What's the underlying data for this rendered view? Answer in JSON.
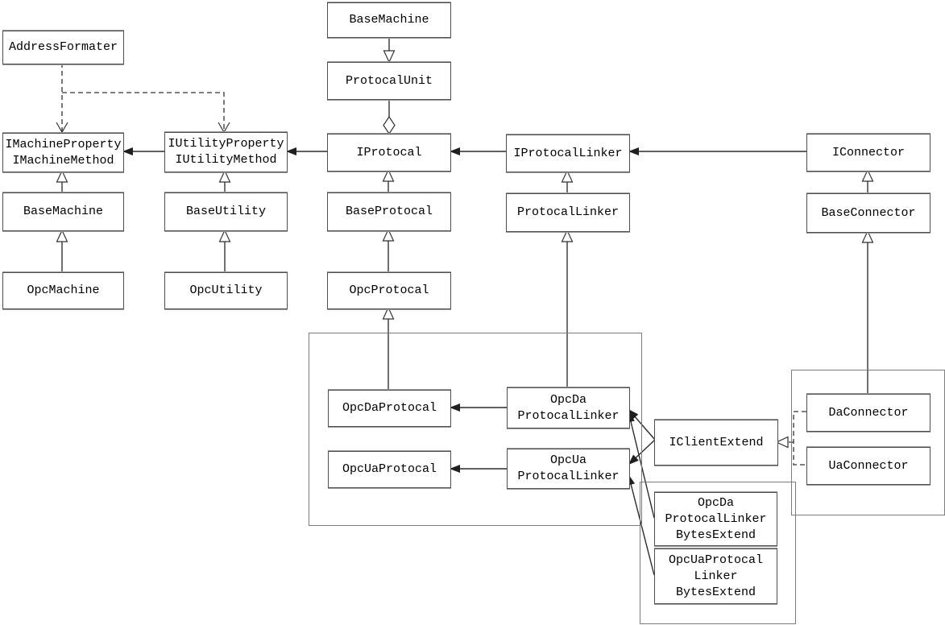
{
  "diagram": {
    "kind": "uml-class-diagram",
    "colors": {
      "background": "#ffffff",
      "box_border": "#4f4f4f",
      "group_border": "#7c7c7c",
      "line": "#333333",
      "arrow_fill": "#1f1f1f",
      "text": "#000000"
    },
    "nodes": {
      "address_formater": "AddressFormater",
      "base_machine_unit": "BaseMachine",
      "protocal_unit": "ProtocalUnit",
      "imachine_interface": "IMachineProperty\nIMachineMethod",
      "iutility_interface": "IUtilityProperty\nIUtilityMethod",
      "iprotocal": "IProtocal",
      "iprotocal_linker": "IProtocalLinker",
      "iconnector": "IConnector",
      "base_machine": "BaseMachine",
      "base_utility": "BaseUtility",
      "base_protocal": "BaseProtocal",
      "protocal_linker": "ProtocalLinker",
      "base_connector": "BaseConnector",
      "opc_machine": "OpcMachine",
      "opc_utility": "OpcUtility",
      "opc_protocal": "OpcProtocal",
      "opc_da_protocal": "OpcDaProtocal",
      "opc_ua_protocal": "OpcUaProtocal",
      "opc_da_protocal_linker": "OpcDa\nProtocalLinker",
      "opc_ua_protocal_linker": "OpcUa\nProtocalLinker",
      "iclient_extend": "IClientExtend",
      "da_connector": "DaConnector",
      "ua_connector": "UaConnector",
      "opc_da_protocal_linker_bytes_extend": "OpcDa\nProtocalLinker\nBytesExtend",
      "opc_ua_protocal_linker_bytes_extend": "OpcUaProtocal\nLinker\nBytesExtend"
    },
    "relations": [
      {
        "from": "BaseMachine(top)",
        "to": "ProtocalUnit",
        "type": "generalization"
      },
      {
        "from": "ProtocalUnit",
        "to": "IProtocal",
        "type": "aggregation"
      },
      {
        "from": "IProtocal",
        "to": "IUtilityProperty/IUtilityMethod",
        "type": "association"
      },
      {
        "from": "IUtilityProperty/IUtilityMethod",
        "to": "IMachineProperty/IMachineMethod",
        "type": "association"
      },
      {
        "from": "IProtocalLinker",
        "to": "IProtocal",
        "type": "association"
      },
      {
        "from": "IConnector",
        "to": "IProtocalLinker",
        "type": "association"
      },
      {
        "from": "AddressFormater",
        "to": "IMachineProperty/IMachineMethod",
        "type": "dependency"
      },
      {
        "from": "AddressFormater",
        "to": "IUtilityProperty/IUtilityMethod",
        "type": "dependency"
      },
      {
        "from": "BaseMachine",
        "to": "IMachineProperty/IMachineMethod",
        "type": "generalization"
      },
      {
        "from": "OpcMachine",
        "to": "BaseMachine",
        "type": "generalization"
      },
      {
        "from": "BaseUtility",
        "to": "IUtilityProperty/IUtilityMethod",
        "type": "generalization"
      },
      {
        "from": "OpcUtility",
        "to": "BaseUtility",
        "type": "generalization"
      },
      {
        "from": "BaseProtocal",
        "to": "IProtocal",
        "type": "generalization"
      },
      {
        "from": "OpcProtocal",
        "to": "BaseProtocal",
        "type": "generalization"
      },
      {
        "from": "OpcDaProtocal",
        "to": "OpcProtocal",
        "type": "generalization"
      },
      {
        "from": "ProtocalLinker",
        "to": "IProtocalLinker",
        "type": "generalization"
      },
      {
        "from": "OpcDaProtocalLinker",
        "to": "ProtocalLinker",
        "type": "generalization"
      },
      {
        "from": "BaseConnector",
        "to": "IConnector",
        "type": "generalization"
      },
      {
        "from": "DaConnector",
        "to": "BaseConnector",
        "type": "generalization"
      },
      {
        "from": "OpcDaProtocalLinker",
        "to": "OpcDaProtocal",
        "type": "association"
      },
      {
        "from": "OpcUaProtocalLinker",
        "to": "OpcUaProtocal",
        "type": "association"
      },
      {
        "from": "IClientExtend",
        "to": "OpcDaProtocalLinker",
        "type": "association"
      },
      {
        "from": "IClientExtend",
        "to": "OpcUaProtocalLinker",
        "type": "association"
      },
      {
        "from": "OpcDaProtocalLinkerBytesExtend",
        "to": "OpcDaProtocalLinker",
        "type": "association"
      },
      {
        "from": "OpcUaProtocalLinkerBytesExtend",
        "to": "OpcUaProtocalLinker",
        "type": "association"
      },
      {
        "from": "DaConnector",
        "to": "IClientExtend",
        "type": "realization"
      },
      {
        "from": "UaConnector",
        "to": "IClientExtend",
        "type": "realization"
      }
    ]
  }
}
